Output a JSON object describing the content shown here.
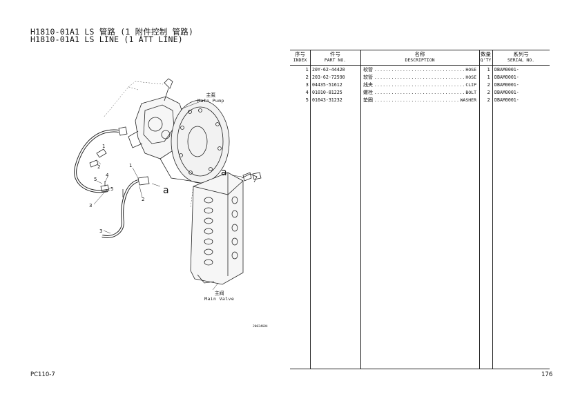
{
  "header": {
    "title_cn": "H1810-01A1 LS 管路 (1 附件控制 管路)",
    "title_en": "H1810-01A1 LS LINE (1 ATT LINE)"
  },
  "table": {
    "columns": [
      {
        "cn": "序号",
        "en": "INDEX"
      },
      {
        "cn": "件号",
        "en": "PART NO."
      },
      {
        "cn": "名称",
        "en": "DESCRIPTION"
      },
      {
        "cn": "数量",
        "en": "Q'TY"
      },
      {
        "cn": "系列号",
        "en": "SERIAL NO."
      }
    ],
    "rows": [
      {
        "index": "1",
        "part_no": "20Y-62-44420",
        "desc_cn": "软管",
        "desc_en": "HOSE",
        "qty": "1",
        "serial": "DBAM0001-"
      },
      {
        "index": "2",
        "part_no": "203-62-72590",
        "desc_cn": "软管",
        "desc_en": "HOSE",
        "qty": "1",
        "serial": "DBAM0001-"
      },
      {
        "index": "3",
        "part_no": "04435-51612",
        "desc_cn": "线夹",
        "desc_en": "CLIP",
        "qty": "2",
        "serial": "DBAM0001-"
      },
      {
        "index": "4",
        "part_no": "01010-81225",
        "desc_cn": "螺栓",
        "desc_en": "BOLT",
        "qty": "2",
        "serial": "DBAM0001-"
      },
      {
        "index": "5",
        "part_no": "01643-31232",
        "desc_cn": "垫圈",
        "desc_en": "WASHER",
        "qty": "2",
        "serial": "DBAM0001-"
      }
    ],
    "dots": "................................................................"
  },
  "drawing": {
    "main_pump_cn": "主泵",
    "main_pump_en": "Main Pump",
    "main_valve_cn": "主阀",
    "main_valve_en": "Main Valve",
    "view_label": "a",
    "drawing_code": "20024684",
    "callouts": {
      "c1a": "1",
      "c1b": "1",
      "c2a": "2",
      "c2b": "2",
      "c3a": "3",
      "c3b": "3",
      "c4": "4",
      "c5a": "5",
      "c5b": "5"
    }
  },
  "footer": {
    "model": "PC110-7",
    "page": "176"
  }
}
